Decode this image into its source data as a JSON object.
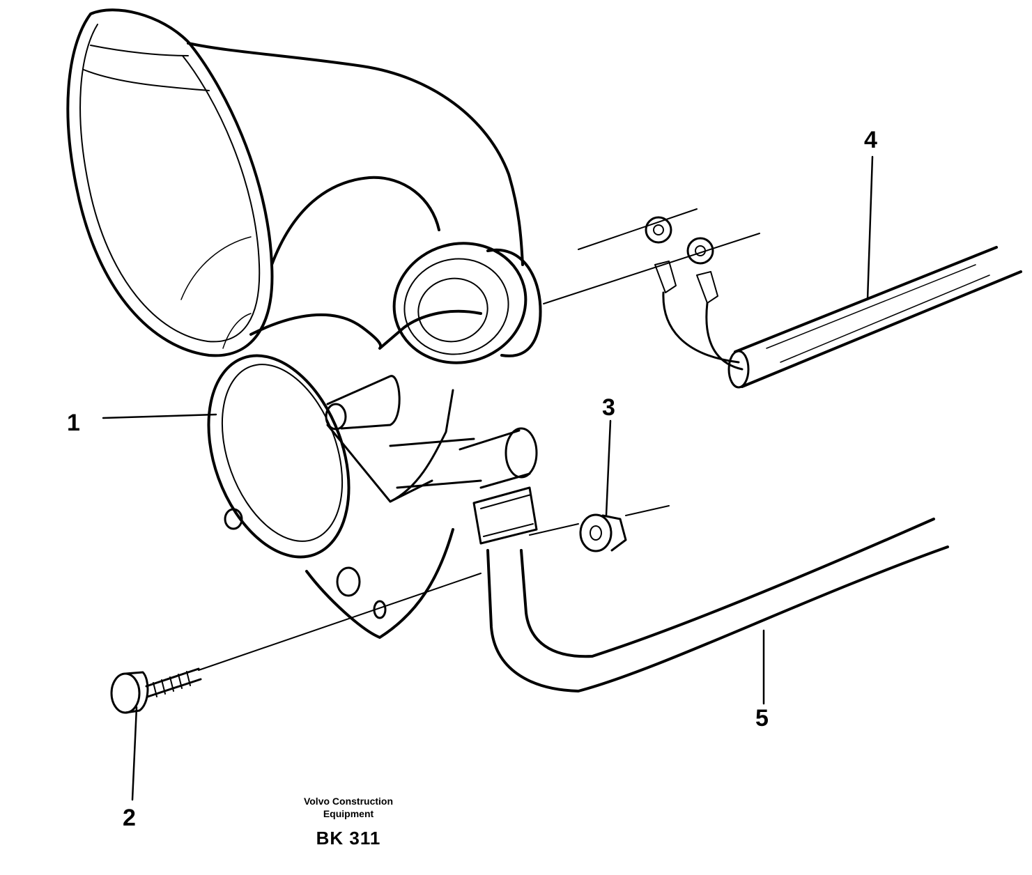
{
  "callouts": {
    "part_1": "1",
    "part_2": "2",
    "part_3": "3",
    "part_4": "4",
    "part_5": "5"
  },
  "footer": {
    "manufacturer_line1": "Volvo Construction",
    "manufacturer_line2": "Equipment",
    "drawing_code": "BK 311"
  },
  "colors": {
    "ink": "#000000",
    "paper": "#ffffff"
  }
}
